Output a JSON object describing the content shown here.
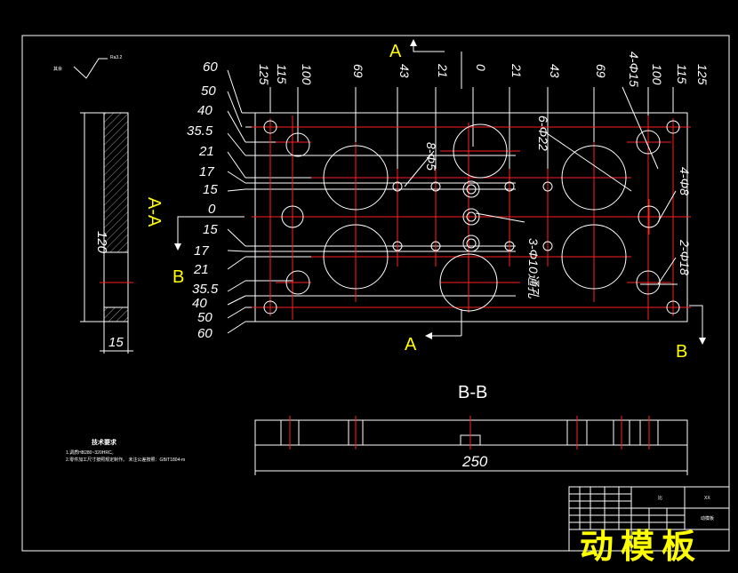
{
  "drawing": {
    "title": "动模板",
    "tech_title": "技术要求",
    "tech_lines": [
      "1.调质HB280~320HRC。",
      "2.零件加工尺寸按照规定制作。 未注公差按照：GB/T1804-m"
    ],
    "roughness": "Ra3.2",
    "roughness_other": "其余"
  },
  "labels": {
    "section_aa": "A-A",
    "section_bb": "B-B",
    "cut_a": "A",
    "cut_b": "B"
  },
  "dims_x": [
    "125",
    "115",
    "100",
    "69",
    "43",
    "21",
    "0",
    "21",
    "43",
    "69",
    "100",
    "115",
    "125"
  ],
  "dims_y_top": [
    "60",
    "50",
    "40",
    "35.5",
    "21",
    "17",
    "15",
    "0"
  ],
  "dims_y_bot": [
    "15",
    "17",
    "21",
    "35.5",
    "40",
    "50",
    "60"
  ],
  "callouts": {
    "holes_4_15": "4-Φ15",
    "holes_6_22": "6-Φ22",
    "holes_8_5": "8-Φ5",
    "holes_4_8": "4-Φ8",
    "holes_2_18": "2-Φ18",
    "holes_3_10": "3-Φ10通孔"
  },
  "side_view": {
    "height": "120",
    "width": "15"
  },
  "bottom_view": {
    "length": "250"
  },
  "title_block": {
    "c1": "比",
    "c2": "XX",
    "c3": "动模板"
  },
  "colors": {
    "background": "#000000",
    "lines": "#ffffff",
    "centerlines": "#ff2020",
    "annotations": "#ffff00"
  }
}
